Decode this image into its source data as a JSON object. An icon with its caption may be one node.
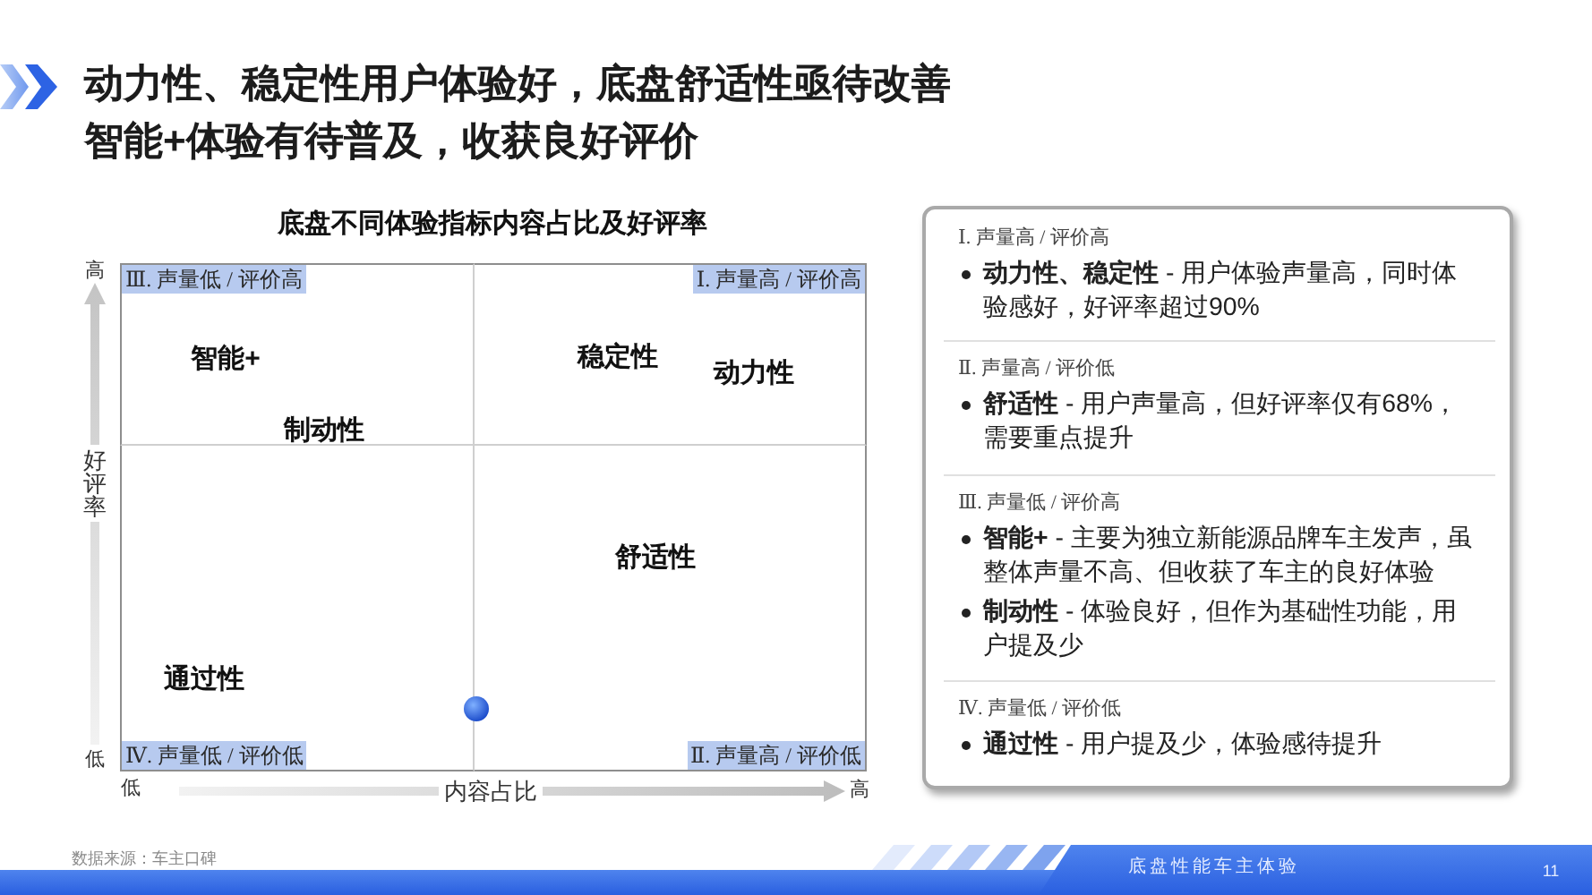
{
  "diagram": {
    "title": "动力性、稳定性用户体验好，底盘舒适性亟待改善智能+体验有待普及，收获良好评价",
    "nodes": [
      {
        "text": [
          "Ⅲ. 声量低 / 评价高",
          "智能+",
          "制动性"
        ]
      },
      {
        "text": [
          "Ⅰ. 声量高 / 评价高",
          "稳定性",
          "动力性"
        ]
      },
      {
        "text": [
          "通过性",
          "Ⅳ. 声量低 / 评价低"
        ]
      },
      {
        "text": [
          "舒适性",
          "Ⅱ. 声量高 / 评价低"
        ]
      },
      {
        "text": [],
        "shape": "box"
      },
      {
        "text": [
          "Ⅰ. 声量高 / 评价高",
          "**动力性、稳定性** - 用户体验声量高，同时体验感好，好评率超过90%"
        ],
        "in": 4
      },
      {
        "text": [
          "Ⅱ. 声量高 / 评价低",
          "**舒适性** - 用户声量高，但好评率仅有68%，需要重点提升"
        ],
        "in": 4
      },
      {
        "text": [
          "Ⅲ. 声量低 / 评价高",
          "**智能+** - 主要为独立新能源品牌车主发声，虽整体声量不高、但收获了车主的良好体验",
          "**制动性** - 体验良好，但作为基础性功能，用户提及少"
        ],
        "in": 4
      },
      {
        "text": [
          "Ⅳ. 声量低 / 评价低",
          "**通过性** - 用户提及少，体验感待提升"
        ],
        "in": 4
      }
    ],
    "labels": [
      "底盘不同体验指标内容占比及好评率",
      "高",
      "好评率",
      "低",
      "低",
      "内容占比",
      "高",
      "数据来源：车主口碑",
      "底盘性能车主体验",
      "11"
    ]
  }
}
